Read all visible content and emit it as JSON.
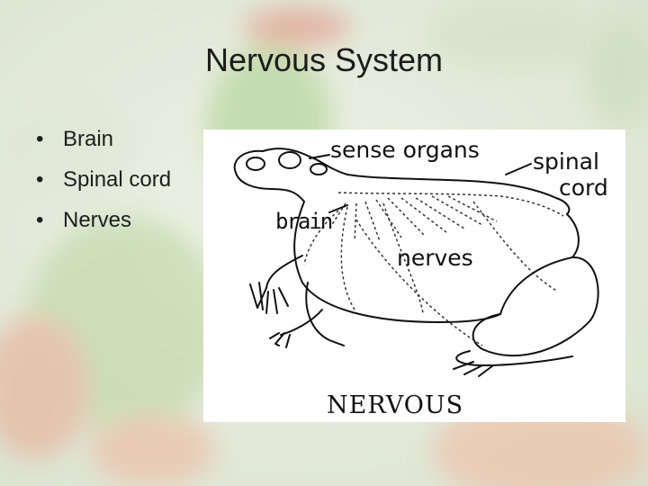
{
  "slide": {
    "title": "Nervous System",
    "bullets": [
      "Brain",
      "Spinal cord",
      "Nerves"
    ],
    "bullet_glyph": "•"
  },
  "figure": {
    "labels": {
      "sense_organs": "sense organs",
      "spinal": "spinal",
      "cord": "cord",
      "brain": "brain",
      "nerves": "nerves",
      "caption": "NERVOUS"
    }
  },
  "colors": {
    "title_text": "#1c1c1c",
    "figure_background": "#ffffff",
    "frog_green": "#8fbf6a",
    "frog_red": "#d65a3a"
  }
}
